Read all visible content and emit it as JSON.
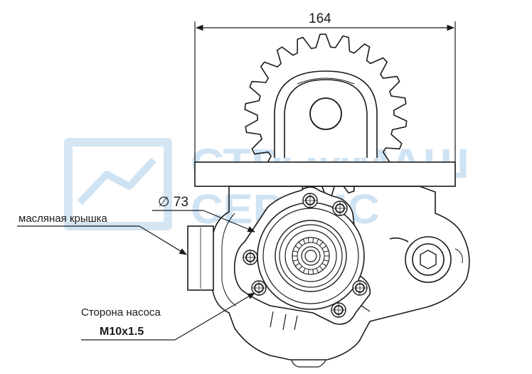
{
  "dimensions": {
    "width_label": "164",
    "diameter_label": "∅ 73"
  },
  "callouts": {
    "oil_cover": "масляная крышка",
    "pump_side": "Сторона насоса",
    "thread": "M10x1.5"
  },
  "watermark": {
    "line1": "СТРОЙМАШ",
    "line2": "СЕРВИС"
  },
  "colors": {
    "line": "#1a1a1a",
    "watermark": "#cfe3f3"
  }
}
